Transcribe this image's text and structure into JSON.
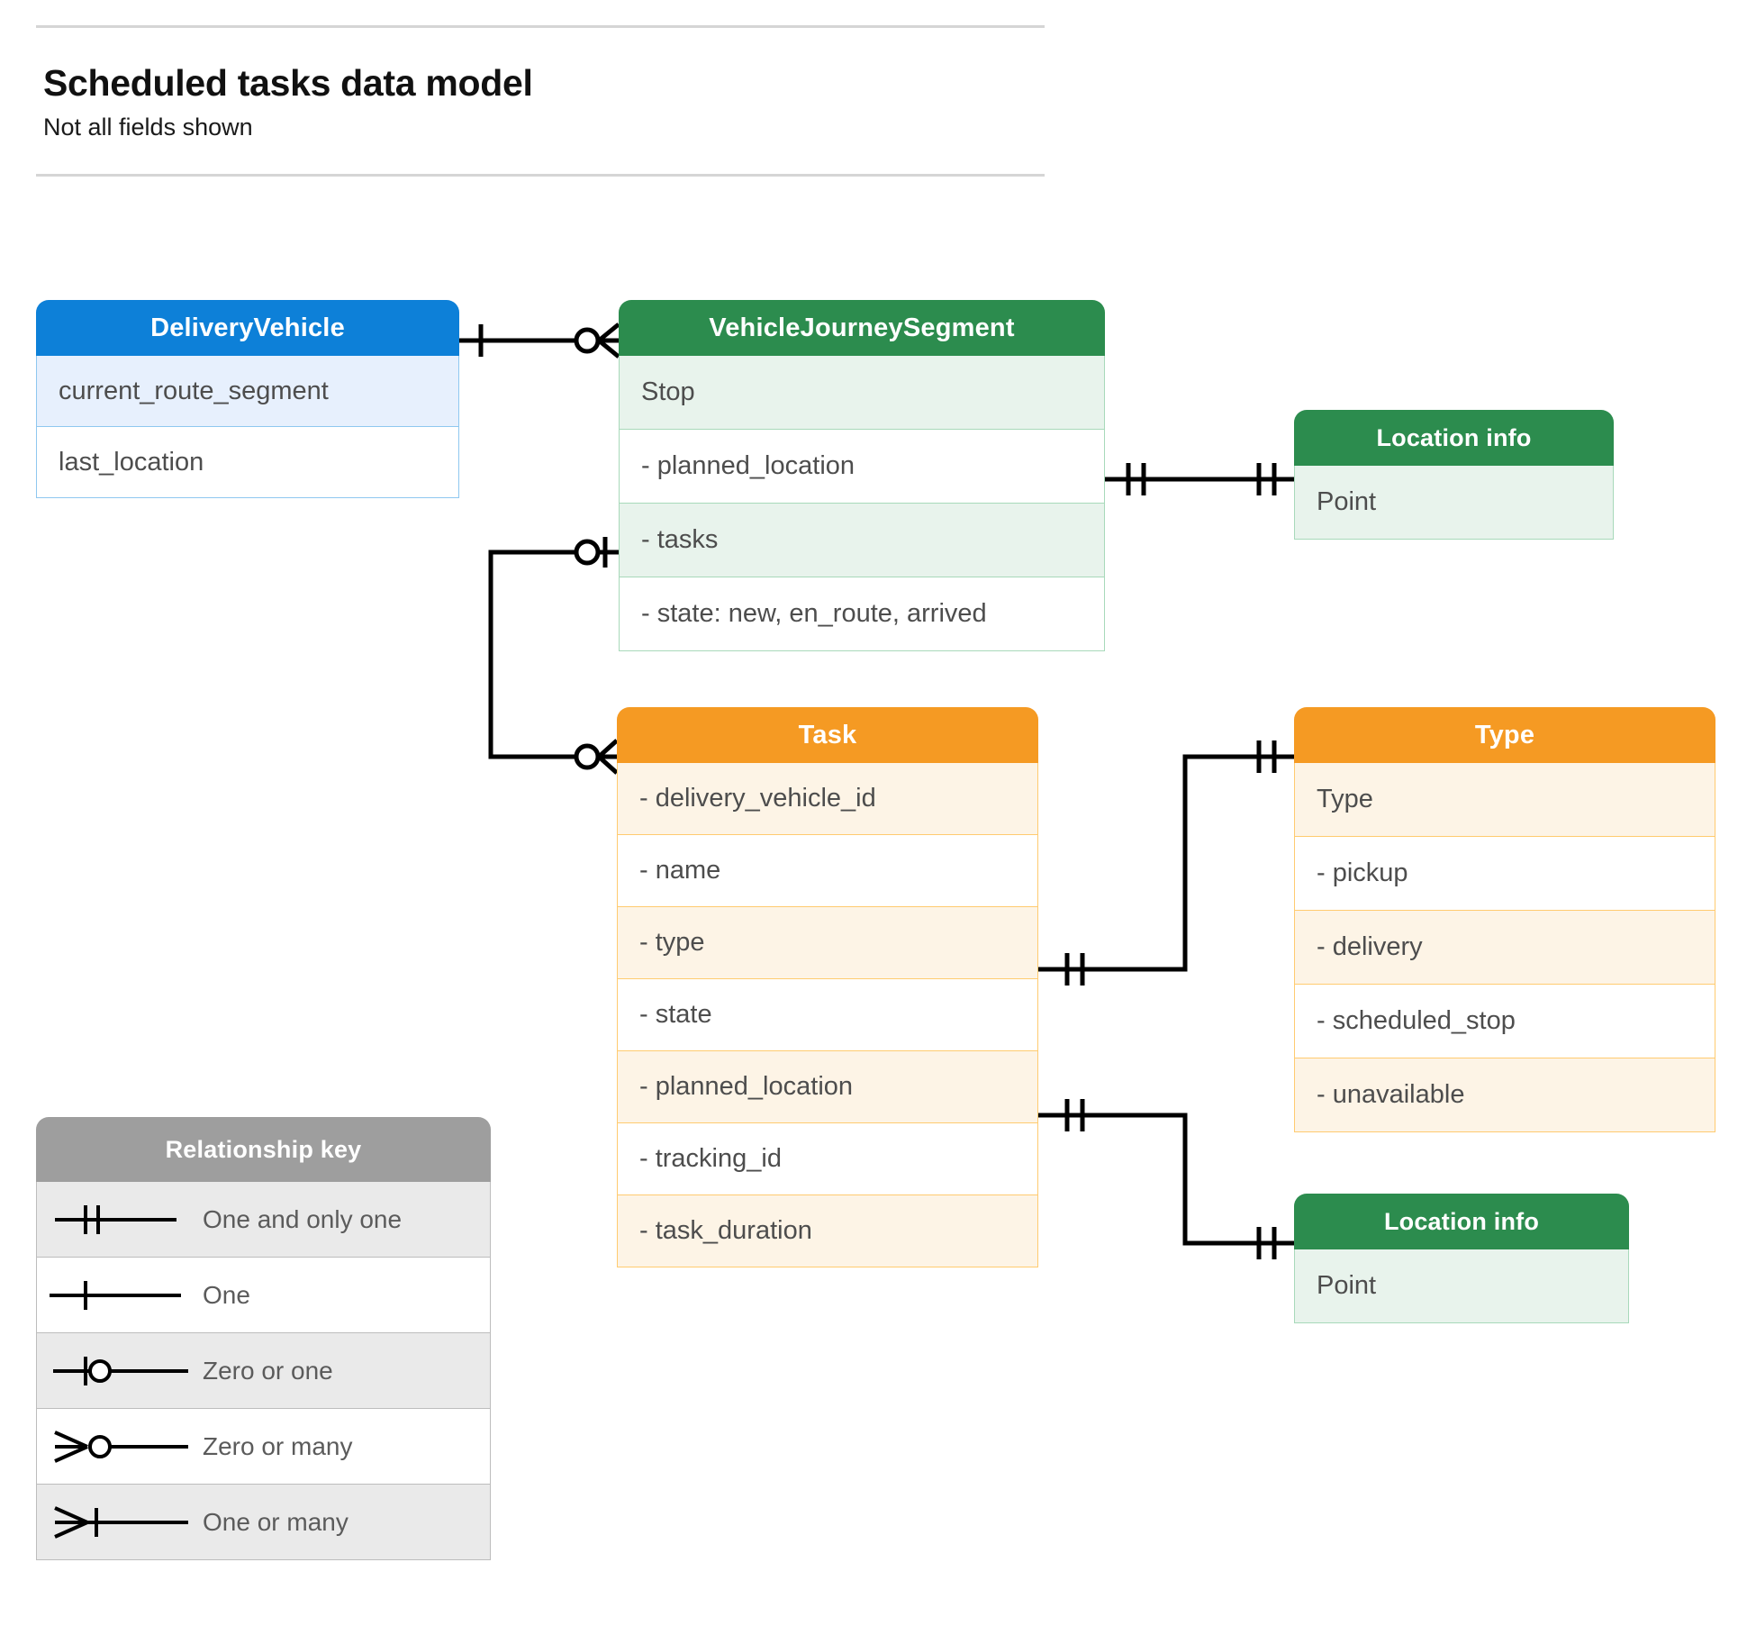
{
  "header": {
    "title": "Scheduled tasks data model",
    "subtitle": "Not all fields shown"
  },
  "colors": {
    "blue_header": "#0d80d8",
    "blue_row": "#e7f0fd",
    "blue_border": "#8fc8f0",
    "green_header": "#2c8c4e",
    "green_row": "#e8f3ec",
    "green_border": "#a8d9ba",
    "orange_header": "#f59a23",
    "orange_row": "#fdf4e6",
    "orange_border": "#ffcb70",
    "grey_header": "#9e9e9e",
    "grey_row": "#eaeaea",
    "line": "#000000",
    "text": "#4d4d4d"
  },
  "entities": {
    "delivery_vehicle": {
      "title": "DeliveryVehicle",
      "rows": [
        "current_route_segment",
        "last_location"
      ]
    },
    "vehicle_journey_segment": {
      "title": "VehicleJourneySegment",
      "rows": [
        "Stop",
        "-  planned_location",
        "- tasks",
        "- state: new, en_route, arrived"
      ]
    },
    "location_info_top": {
      "title": "Location info",
      "rows": [
        "Point"
      ]
    },
    "task": {
      "title": "Task",
      "rows": [
        "- delivery_vehicle_id",
        "- name",
        "- type",
        "- state",
        "- planned_location",
        "- tracking_id",
        "- task_duration"
      ]
    },
    "type": {
      "title": "Type",
      "rows": [
        "Type",
        "-   pickup",
        "-   delivery",
        "-   scheduled_stop",
        "-   unavailable"
      ]
    },
    "location_info_bottom": {
      "title": "Location info",
      "rows": [
        "Point"
      ]
    }
  },
  "legend": {
    "title": "Relationship key",
    "items": [
      {
        "label": "One and only one",
        "symbol": "one-and-only-one"
      },
      {
        "label": "One",
        "symbol": "one"
      },
      {
        "label": "Zero or one",
        "symbol": "zero-or-one"
      },
      {
        "label": "Zero or many",
        "symbol": "zero-or-many"
      },
      {
        "label": "One or many",
        "symbol": "one-or-many"
      }
    ]
  },
  "relationships": [
    {
      "from": "DeliveryVehicle",
      "to": "VehicleJourneySegment",
      "from_cardinality": "one",
      "to_cardinality": "zero-or-many"
    },
    {
      "from": "VehicleJourneySegment.tasks",
      "to": "Task",
      "from_cardinality": "zero-or-one",
      "to_cardinality": "zero-or-many"
    },
    {
      "from": "VehicleJourneySegment.planned_location",
      "to": "Location info",
      "from_cardinality": "one-and-only-one",
      "to_cardinality": "one-and-only-one"
    },
    {
      "from": "Task.type",
      "to": "Type",
      "from_cardinality": "one-and-only-one",
      "to_cardinality": "one-and-only-one"
    },
    {
      "from": "Task.planned_location",
      "to": "Location info",
      "from_cardinality": "one-and-only-one",
      "to_cardinality": "one-and-only-one"
    }
  ]
}
